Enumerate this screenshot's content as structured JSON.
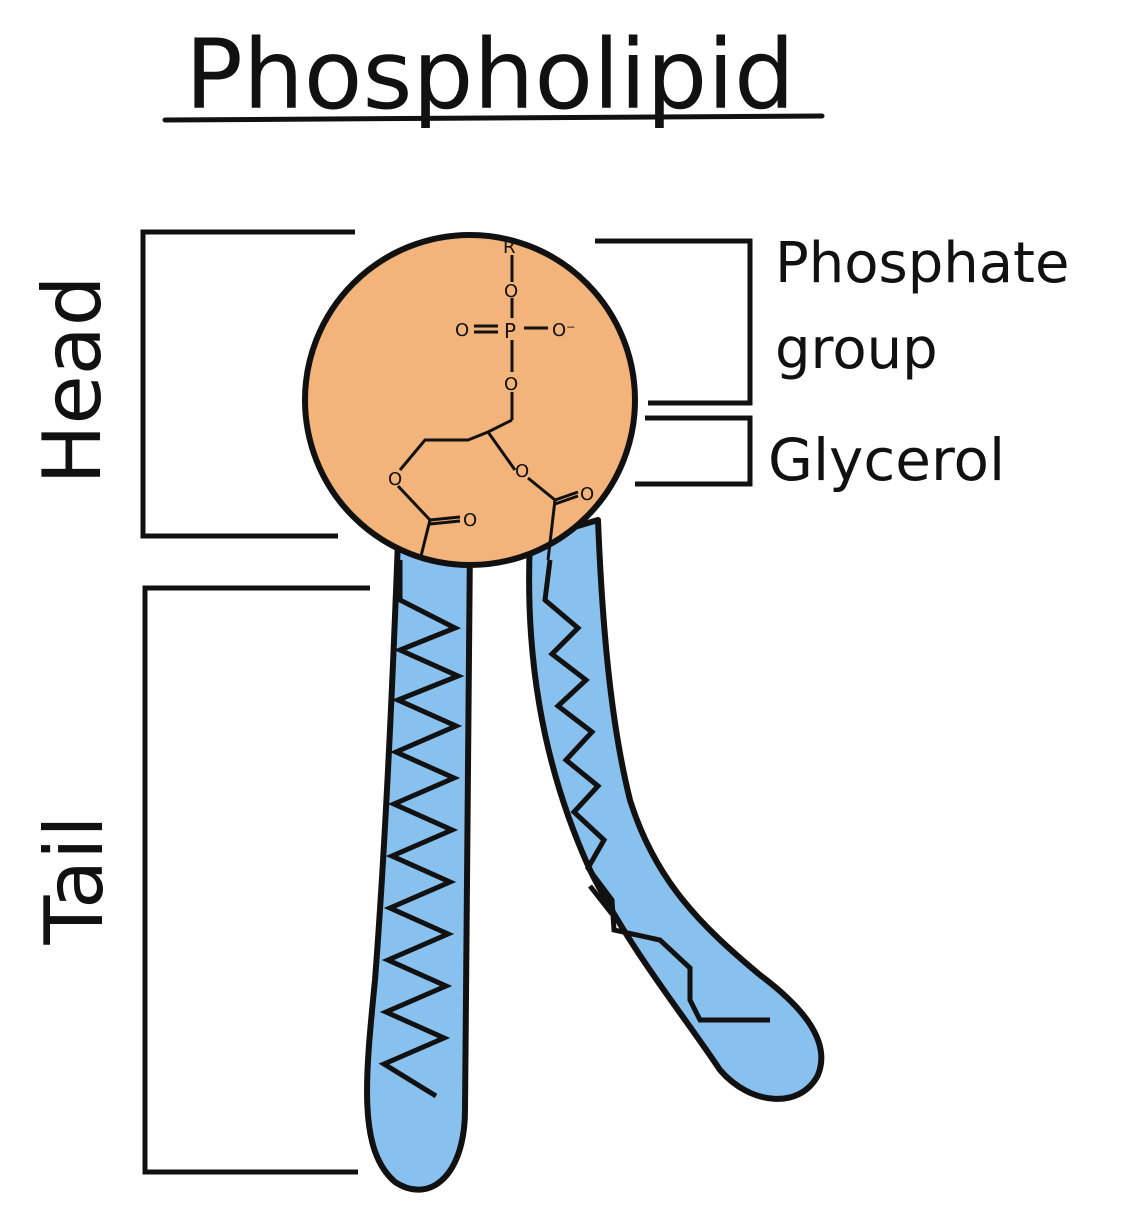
{
  "title": "Phospholipid",
  "labels": {
    "head": "Head",
    "tail": "Tail",
    "phosphate_line1": "Phosphate",
    "phosphate_line2": "group",
    "glycerol": "Glycerol"
  },
  "molecule": {
    "phosphorus": "P",
    "oxygen": "O",
    "r_group": "R",
    "double_bond_oxygen": "O=",
    "charged_oxygen": "O⁻"
  },
  "colors": {
    "head_fill": "#F2B47A",
    "tail_fill": "#88C0EE",
    "outline": "#111111"
  }
}
